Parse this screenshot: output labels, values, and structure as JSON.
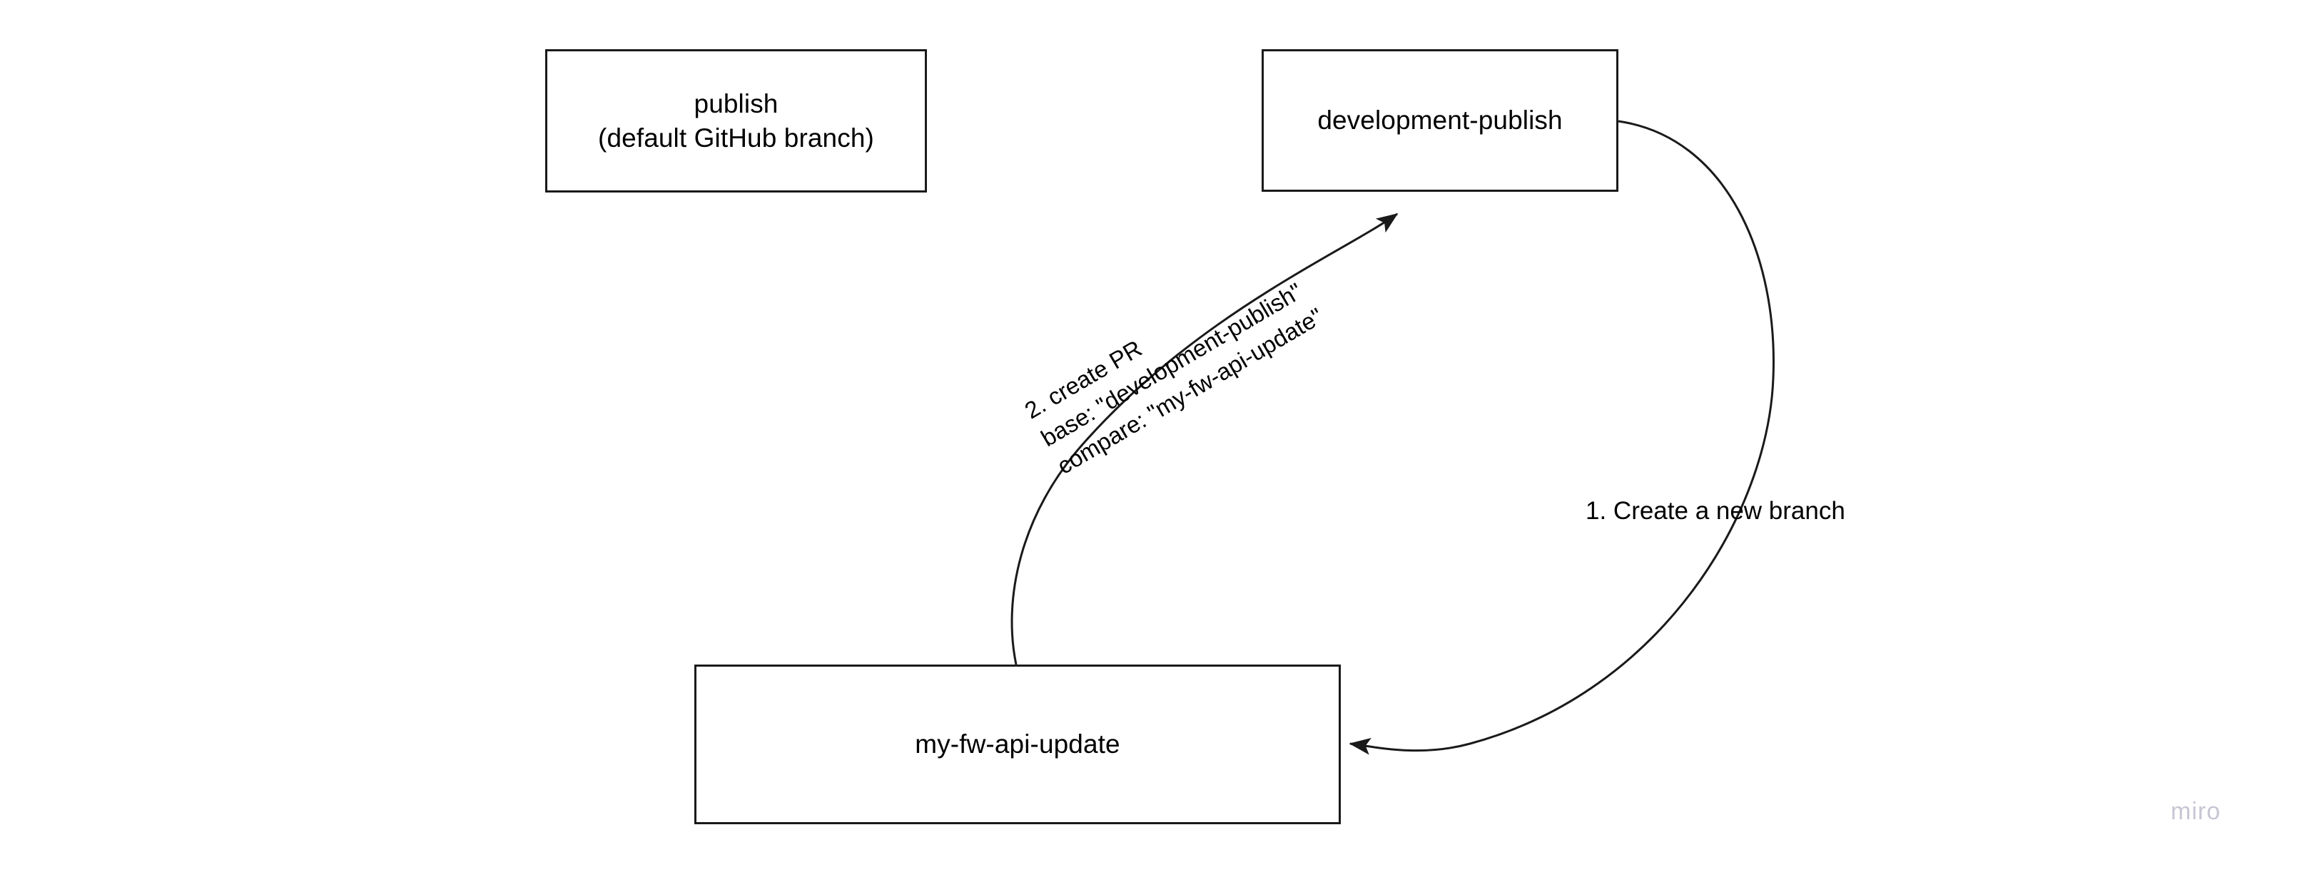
{
  "diagram": {
    "title": "GitHub branch workflow",
    "background_color": "#ffffff",
    "stroke_color": "#1a1a1a",
    "text_color": "#000000",
    "nodes": [
      {
        "id": "publish",
        "label": "publish\n(default GitHub branch)"
      },
      {
        "id": "development-publish",
        "label": "development-publish"
      },
      {
        "id": "my-fw-api-update",
        "label": "my-fw-api-update"
      }
    ],
    "edges": [
      {
        "id": "create-branch",
        "from": "development-publish",
        "to": "my-fw-api-update",
        "label": "1. Create a new branch"
      },
      {
        "id": "create-pr",
        "from": "my-fw-api-update",
        "to": "development-publish",
        "label": "2. create PR\nbase: \"development-publish\"\ncompare: \"my-fw-api-update\""
      }
    ]
  },
  "watermark": {
    "text": "miro",
    "color": "#c6c6d4"
  }
}
